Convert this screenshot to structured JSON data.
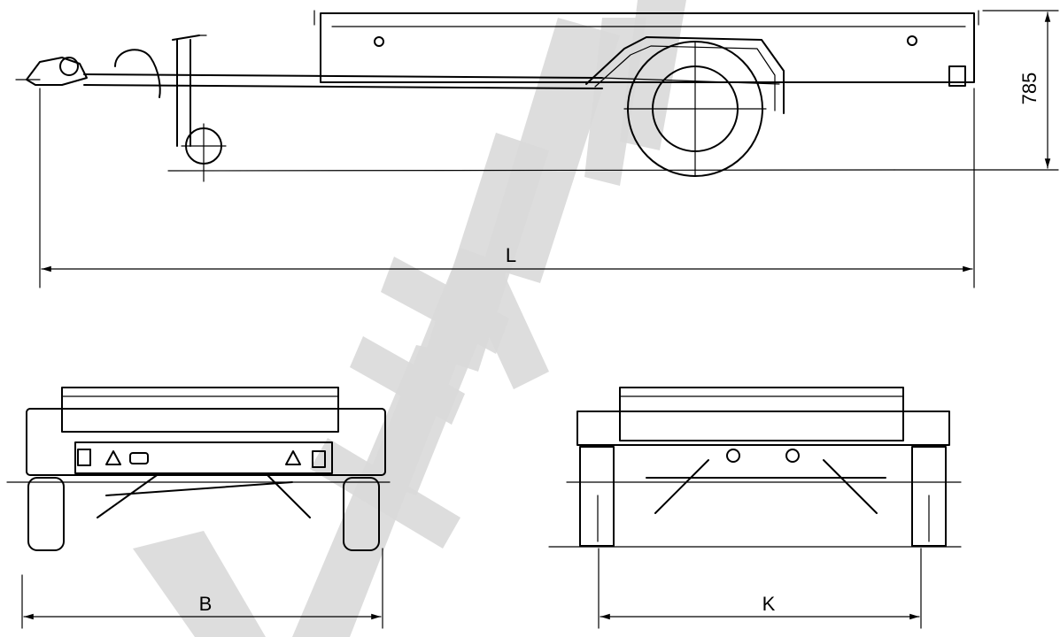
{
  "dimensions": {
    "height_value": "785",
    "length_label": "L",
    "width_label": "B",
    "track_label": "K"
  },
  "colors": {
    "line": "#000000",
    "watermark": "#d9d9d9",
    "background": "#ffffff"
  }
}
